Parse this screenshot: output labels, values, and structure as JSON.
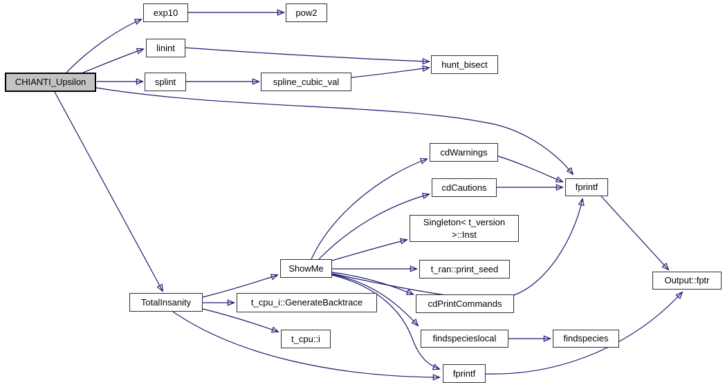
{
  "diagram": {
    "type": "call-graph",
    "root": "CHIANTI_Upsilon",
    "colors": {
      "edge": "#191970",
      "node_border": "#2e2e2e",
      "node_fill": "#ffffff",
      "root_fill": "#c3c3c3",
      "text": "#000000",
      "background": "#ffffff"
    },
    "nodes": [
      {
        "id": "chianti_upsilon",
        "label": "CHIANTI_Upsilon",
        "root": true
      },
      {
        "id": "exp10",
        "label": "exp10"
      },
      {
        "id": "pow2",
        "label": "pow2"
      },
      {
        "id": "linint",
        "label": "linint"
      },
      {
        "id": "splint",
        "label": "splint"
      },
      {
        "id": "spline_cubic_val",
        "label": "spline_cubic_val"
      },
      {
        "id": "hunt_bisect",
        "label": "hunt_bisect"
      },
      {
        "id": "cdwarnings",
        "label": "cdWarnings"
      },
      {
        "id": "cdcautions",
        "label": "cdCautions"
      },
      {
        "id": "singleton_inst",
        "label": "Singleton< t_version >::Inst"
      },
      {
        "id": "t_ran_print_seed",
        "label": "t_ran::print_seed"
      },
      {
        "id": "showme",
        "label": "ShowMe"
      },
      {
        "id": "cdprintcommands",
        "label": "cdPrintCommands"
      },
      {
        "id": "findspecieslocal",
        "label": "findspecieslocal"
      },
      {
        "id": "findspecies",
        "label": "findspecies"
      },
      {
        "id": "fprintf_top",
        "label": "fprintf"
      },
      {
        "id": "fprintf_bottom",
        "label": "fprintf"
      },
      {
        "id": "output_fptr",
        "label": "Output::fptr"
      },
      {
        "id": "totalinsanity",
        "label": "TotalInsanity"
      },
      {
        "id": "generate_backtrace",
        "label": "t_cpu_i::GenerateBacktrace"
      },
      {
        "id": "t_cpu_i",
        "label": "t_cpu::i"
      }
    ],
    "edges": [
      {
        "from": "chianti_upsilon",
        "to": "exp10"
      },
      {
        "from": "chianti_upsilon",
        "to": "linint"
      },
      {
        "from": "chianti_upsilon",
        "to": "splint"
      },
      {
        "from": "chianti_upsilon",
        "to": "fprintf_top"
      },
      {
        "from": "chianti_upsilon",
        "to": "totalinsanity"
      },
      {
        "from": "exp10",
        "to": "pow2"
      },
      {
        "from": "linint",
        "to": "hunt_bisect"
      },
      {
        "from": "splint",
        "to": "spline_cubic_val"
      },
      {
        "from": "spline_cubic_val",
        "to": "hunt_bisect"
      },
      {
        "from": "cdwarnings",
        "to": "fprintf_top"
      },
      {
        "from": "cdcautions",
        "to": "fprintf_top"
      },
      {
        "from": "fprintf_top",
        "to": "output_fptr"
      },
      {
        "from": "showme",
        "to": "cdwarnings"
      },
      {
        "from": "showme",
        "to": "cdcautions"
      },
      {
        "from": "showme",
        "to": "singleton_inst"
      },
      {
        "from": "showme",
        "to": "t_ran_print_seed"
      },
      {
        "from": "showme",
        "to": "cdprintcommands"
      },
      {
        "from": "showme",
        "to": "findspecieslocal"
      },
      {
        "from": "showme",
        "to": "fprintf_top"
      },
      {
        "from": "showme",
        "to": "fprintf_bottom"
      },
      {
        "from": "totalinsanity",
        "to": "showme"
      },
      {
        "from": "totalinsanity",
        "to": "generate_backtrace"
      },
      {
        "from": "totalinsanity",
        "to": "t_cpu_i"
      },
      {
        "from": "totalinsanity",
        "to": "fprintf_bottom"
      },
      {
        "from": "findspecieslocal",
        "to": "findspecies"
      },
      {
        "from": "fprintf_bottom",
        "to": "output_fptr"
      }
    ]
  }
}
